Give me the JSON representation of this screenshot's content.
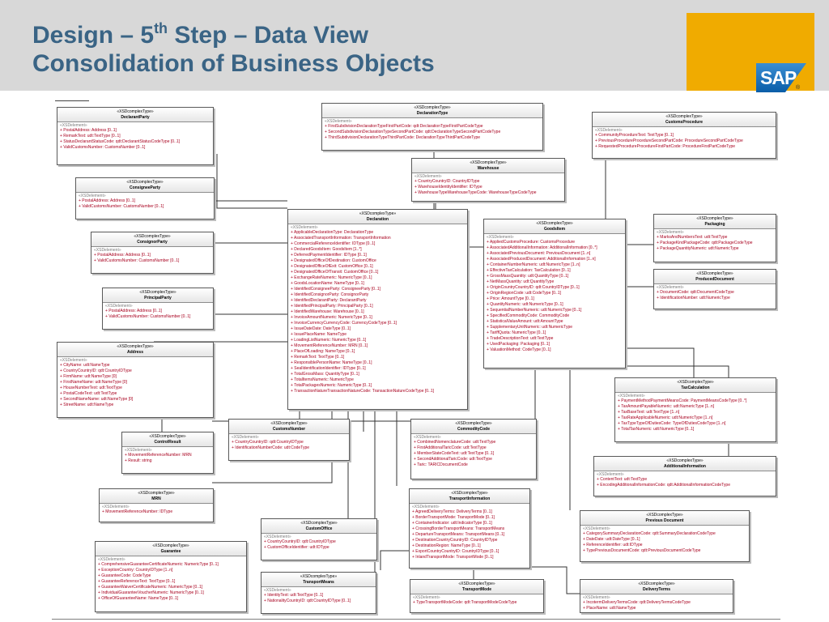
{
  "title_line1": "Design – 5",
  "title_sup": "th",
  "title_line1_rest": " Step – Data View",
  "title_line2": "Consolidation of Business Objects",
  "logo_text": "SAP",
  "logo_reg": "®",
  "boxes": {
    "declarantparty": {
      "stereotype": "«XSDcomplexType»",
      "name": "DeclarantParty",
      "section": "«XSDelement»",
      "attributes": [
        "+  PostalAddress:  Address [0..1]",
        "+  RemarkText:  udt:TextType [0..1]",
        "+  StatusDeclarantStatusCode:  qdt:DeclarantStatusCodeType [0..1]",
        "+  ValidCustomsNumber:  CustomsNumber [0..1]"
      ]
    },
    "declarationtype": {
      "stereotype": "«XSDcomplexType»",
      "name": "DeclarationType",
      "section": "«XSDelement»",
      "attributes": [
        "+  FirstSubdivisionDeclarationTypeFirstPartCode:  qdt:DeclarationTypeFirstPartCodeType",
        "+  SecondSubdivisionDeclarationTypeSecondPartCode:  qdt:DeclarationTypeSecondPartCodeType",
        "+  ThirdSubdivisionDeclarationTypeThirdPartCode:  DeclarationTypeThirdPartCodeType"
      ]
    },
    "customsprocedure": {
      "stereotype": "«XSDcomplexType»",
      "name": "CustomsProcedure",
      "section": "«XSDelement»",
      "attributes": [
        "+  CommunityProcedureText:  TextType [0..1]",
        "+  PreviousProcedureProcedureSecondPartCode:  ProcedureSecondPartCodeType",
        "+  RequestedProcedureProcedureFirstPartCode:  ProcedureFirstPartCodeType"
      ]
    },
    "warehouse": {
      "stereotype": "«XSDcomplexType»",
      "name": "Warehouse",
      "section": "«XSDelement»",
      "attributes": [
        "+  CountryCountryID:  CountryIDType",
        "+  WarehouseIdentityIdentifier:  IDType",
        "+  WarehouseTypeWarehouseTypeCode:  WarehouseTypeCodeType"
      ]
    },
    "consigneeparty": {
      "stereotype": "«XSDcomplexType»",
      "name": "ConsigneeParty",
      "section": "«XSDelement»",
      "attributes": [
        "+  PostalAddress:  Address [0..1]",
        "+  ValidCustomsNumber:  CustomsNumber [0..1]"
      ]
    },
    "consignorparty": {
      "stereotype": "«XSDcomplexType»",
      "name": "ConsignorParty",
      "section": "«XSDelement»",
      "attributes": [
        "+  PostalAddress:  Address [0..1]",
        "+  ValidCustomsNumber:  CustomsNumber [0..1]"
      ]
    },
    "principalparty": {
      "stereotype": "«XSDcomplexType»",
      "name": "PrincipalParty",
      "section": "«XSDelement»",
      "attributes": [
        "+  PostalAddress:  Address [0..1]",
        "+  ValidCustomsNumber:  CustomsNumber [0..1]"
      ]
    },
    "declaration": {
      "stereotype": "«XSDcomplexType»",
      "name": "Declaration",
      "section": "«XSDelement»",
      "attributes": [
        "+  ApplicableDeclarationType:  DeclarationType",
        "+  AssociatedTransportInformation:  TransportInformation",
        "+  CommercialReferenceIdentifier:  IDType [0..1]",
        "+  DeclaredGoodsItem:  GoodsItem [1..*]",
        "+  DeferredPaymentIdentifier:  IDType [0..1]",
        "+  DesignatedOfficeOfDestination:  CustomOffice",
        "+  DesignatedOfficeOfExit:  CustomOffice [0..1]",
        "+  DesignatedOfficeOfTransit:  CustomOffice [0..1]",
        "+  ExchangeRateNumeric:  NumericType [0..1]",
        "+  GoodsLocationName:  NameType [0..1]",
        "+  IdentifiedConsigneeParty:  ConsigneeParty [0..1]",
        "+  IdentifiedConsignorParty:  ConsignorParty",
        "+  IdentifiedDeclarantParty:  DeclarantParty",
        "+  IdentifiedPrincipalParty:  PrincipalParty [0..1]",
        "+  IdentifiedWarehouse:  Warehouse [0..1]",
        "+  InvoiceAmountNumeric:  NumericType [0..1]",
        "+  InvoiceCurrencyCurrencyCode:  CurrencyCodeType [0..1]",
        "+  IssueDateDate:  DateType [0..1]",
        "+  IssuePlaceName:  NameType",
        "+  LoadingListNumeric:  NumericType [0..1]",
        "+  MovementReferenceNumber:  MRN [0..1]",
        "+  PlaceOfLoading:  NameType [0..1]",
        "+  RemarkText:  TextType [0..1]",
        "+  ResponsiblePersonName:  NameType [0..1]",
        "+  SealIdentificationIdentifier:  IDType [0..1]",
        "+  TotalGrossMass:  QuantityType [0..1]",
        "+  TotalItemsNumeric:  NumericType",
        "+  TotalPackagesNumeric:  NumericType [0..1]",
        "+  TransactionNatureTransactionNatureCode:  TransactionNatureCodeType [0..1]"
      ]
    },
    "goodsitem": {
      "stereotype": "«XSDcomplexType»",
      "name": "GoodsItem",
      "section": "«XSDelement»",
      "attributes": [
        "+  AppliedCustomsProcedure:  CustomsProcedure",
        "+  AssociatedAdditionalInformation:  AdditionalInformation [0..*]",
        "+  AssociatedPreviousDocument:  PreviousDocument [1..n]",
        "+  AssociatedProducedDocument:  AdditionalInformation [1..n]",
        "+  ContainerNumberNumeric:  udt:NumericType [1..n]",
        "+  EffectiveTaxCalculation:  TaxCalculation [0..1]",
        "+  GrossMassQuantity:  udt:QuantityType [0..1]",
        "+  NetMassQuantity:  udt:QuantityType",
        "+  OriginCountryCountryID:  qdt:CountryIDType [0..1]",
        "+  OriginRegionCode:  udt:CodeType [0..1]",
        "+  Price:  AmountType [0..1]",
        "+  QuantityNumeric:  udt:NumericType [0..1]",
        "+  SequentialNumberNumeric:  udt:NumericType [0..1]",
        "+  SpecifiedCommodityCode:  CommodityCode",
        "+  StatisticalValueAmount:  udt:AmountType",
        "+  SupplementaryUnitNumeric:  udt:NumericType",
        "+  TariffQuota:  NumericType [0..1]",
        "+  TradeDescriptionText:  udt:TextType",
        "+  UsedPackaging:  Packaging [0..1]",
        "+  ValuationMethod:  CodeType [0..1]"
      ]
    },
    "packaging": {
      "stereotype": "«XSDcomplexType»",
      "name": "Packaging",
      "section": "«XSDelement»",
      "attributes": [
        "+  MarksAndNumbersText:  udt:TextType",
        "+  PackageKindPackageCode:  qdt:PackageCodeType",
        "+  PackageQuantityNumeric:  udt:NumericType"
      ]
    },
    "produceddocument": {
      "stereotype": "«XSDcomplexType»",
      "name": "ProducedDocument",
      "section": "«XSDelement»",
      "attributes": [
        "+  DocumentCode:  qdt:DocumentCodeType",
        "+  IdentificationNumber:  udt:NumericType"
      ]
    },
    "address": {
      "stereotype": "«XSDcomplexType»",
      "name": "Address",
      "section": "«XSDelement»",
      "attributes": [
        "+  CityName:  udt:NameType",
        "+  CountryCountryID:  qdt:CountryIDType",
        "+  FirmName:  udt:NameType [0]",
        "+  FirstNameName:  udt:NameType [0]",
        "+  HouseNumberText:  udt:TextType",
        "+  PostalCodeText:  udt:TextType",
        "+  SecondNameName:  udt:NameType [0]",
        "+  StreetName:  udt:NameType"
      ]
    },
    "taxcalculation": {
      "stereotype": "«XSDcomplexType»",
      "name": "TaxCalculation",
      "section": "«XSDelement»",
      "attributes": [
        "+  PaymentMethodPaymentMeansCode:  PaymentMeansCodeType [0..*]",
        "+  TaxAmountPayableNumeric:  udt:NumericType [1..n]",
        "+  TaxBaseText:  udt:TextType [1..n]",
        "+  TaxRateApplicableNumeric:  udt:NumericType [1..n]",
        "+  TaxTypeTypeOfDutiesCode:  TypeOfDutiesCodeType [1..n]",
        "+  TotalTaxNumeric:  udt:NumericType [0..1]"
      ]
    },
    "customsnumber": {
      "stereotype": "«XSDcomplexType»",
      "name": "CustomsNumber",
      "section": "«XSDelement»",
      "attributes": [
        "+  CountryCountryID:  qdt:CountryIDType",
        "+  IdentificationNumberCode:  udt:CodeType"
      ]
    },
    "commoditycode": {
      "stereotype": "«XSDcomplexType»",
      "name": "CommodityCode",
      "section": "«XSDelement»",
      "attributes": [
        "+  CombinedNomenclatureCode:  udt:TextType",
        "+  FirstAdditionalTaricCode:  udt:TextType",
        "+  MemberStateCodeText:  udt:TextType [0..1]",
        "+  SecondAdditionalTaricCode:  udt:TextType",
        "+  Taric:  TARICDocumentCode"
      ]
    },
    "controlresult": {
      "stereotype": "«XSDcomplexType»",
      "name": "ControlResult",
      "section": "«XSDelement»",
      "attributes": [
        "+  MovementReferenceNumber:  MRN",
        "+  Result:  string"
      ]
    },
    "additionalinformation": {
      "stereotype": "«XSDcomplexType»",
      "name": "AdditionalInformation",
      "section": "«XSDelement»",
      "attributes": [
        "+  ContentText:  udt:TextType",
        "+  EncodingAdditionalInformationCode:  qdt:AdditionalInformationCodeType"
      ]
    },
    "mrn": {
      "stereotype": "«XSDcomplexType»",
      "name": "MRN",
      "section": "«XSDelement»",
      "attributes": [
        "+  MovementReferenceNumber:  IDType"
      ]
    },
    "transportinformation": {
      "stereotype": "«XSDcomplexType»",
      "name": "TransportInformation",
      "section": "«XSDelement»",
      "attributes": [
        "+  AgreedDeliveryTerms:  DeliveryTerms [0..1]",
        "+  BorderTransportMode:  TransportMode [0..1]",
        "+  ContainerIndicator:  udt:IndicatorType [0..1]",
        "+  CrossingBorderTransportMeans:  TransportMeans",
        "+  DepartureTransportMeans:  TransportMeans [0..1]",
        "+  DestinationCountryCountryID:  CountryIDType",
        "+  DestinationRegion:  NameType [0..1]",
        "+  ExportCountryCountryID:  CountryIDType [0..1]",
        "+  InlandTransportMode:  TransportMode [0..1]"
      ]
    },
    "previousdocument": {
      "stereotype": "«XSDcomplexType»",
      "name": "Previous Document",
      "section": "«XSDelement»",
      "attributes": [
        "+  CategorySummaryDeclarationCode:  qdt:SummaryDeclarationCodeType",
        "+  DateDate:  udt:DateType [0..1]",
        "+  ReferenceIdentifier:  udt:IDType",
        "+  TypePreviousDocumentCode:  qdt:PreviousDocumentCodeType"
      ]
    },
    "customoffice": {
      "stereotype": "«XSDcomplexType»",
      "name": "CustomOffice",
      "section": "«XSDelement»",
      "attributes": [
        "+  CountryCountryID:  qdt:CountryIDType",
        "+  CustomOfficeIdentifier:  udt:IDType"
      ]
    },
    "guarantee": {
      "stereotype": "«XSDcomplexType»",
      "name": "Guarantee",
      "section": "«XSDelement»",
      "attributes": [
        "+  ComprehensiveGuaranteeCertificateNumeric:  NumericType [0..1]",
        "+  ExceptionCountry:  CountryIDType [1..n]",
        "+  GuaranteeCode:  CodeType",
        "+  GuaranteeReferenceText:  TextType [0..1]",
        "+  GuaranteeWaiverCertificateNumeric:  NumericType [0..1]",
        "+  IndividualGuaranteeVoucherNumeric:  NumericType [0..1]",
        "+  OfficeOfGuaranteeName:  NameType [0..1]"
      ]
    },
    "transportmeans": {
      "stereotype": "«XSDcomplexType»",
      "name": "TransportMeans",
      "section": "«XSDelement»",
      "attributes": [
        "+  IdentityText:  udt:TextType [0..1]",
        "+  NationalityCountryID:  qdt:CountryIDType [0..1]"
      ]
    },
    "transportmode": {
      "stereotype": "«XSDcomplexType»",
      "name": "TransportMode",
      "section": "«XSDelement»",
      "attributes": [
        "+  TypeTransportModeCode:  qdt:TransportModeCodeType"
      ]
    },
    "deliveryterms": {
      "stereotype": "«XSDcomplexType»",
      "name": "DeliveryTerms",
      "section": "«XSDelement»",
      "attributes": [
        "+  IncotermDeliveryTermsCode:  qdt:DeliveryTermsCodeType",
        "+  PlaceName:  udt:NameType"
      ]
    }
  }
}
